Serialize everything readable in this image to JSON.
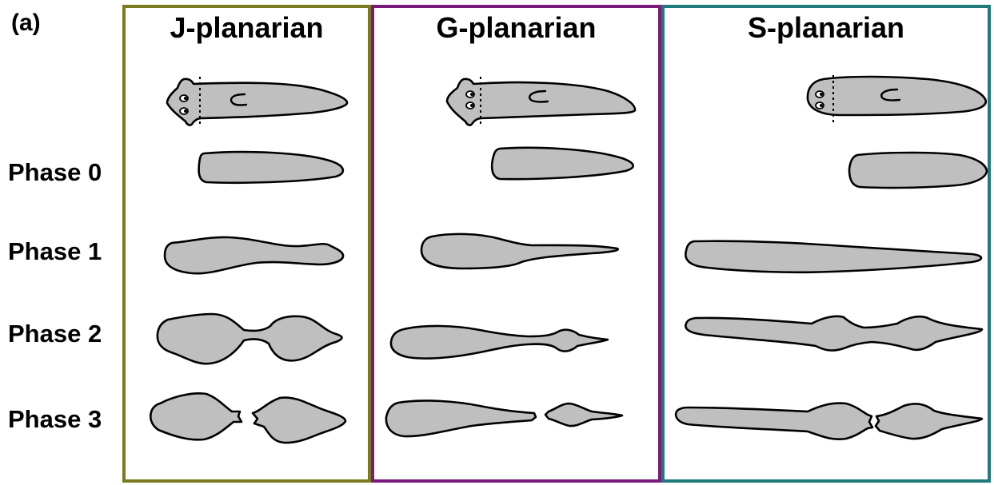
{
  "panel_label": "(a)",
  "columns": [
    {
      "title": "J-planarian",
      "color": "#7a7a1f"
    },
    {
      "title": "G-planarian",
      "color": "#7a1a7a"
    },
    {
      "title": "S-planarian",
      "color": "#1f7a7a"
    }
  ],
  "phases": [
    "Phase 0",
    "Phase 1",
    "Phase 2",
    "Phase 3"
  ]
}
